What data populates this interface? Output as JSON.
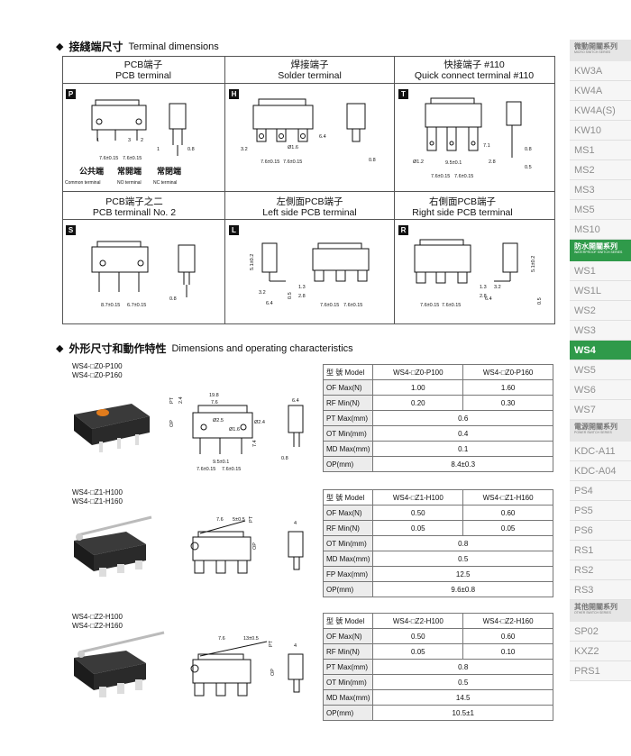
{
  "terminal_section": {
    "title_zh": "接綫端尺寸",
    "title_en": "Terminal dimensions"
  },
  "terminals_row1": [
    {
      "zh": "PCB端子",
      "en": "PCB terminal",
      "code": "P"
    },
    {
      "zh": "焊接端子",
      "en": "Solder terminal",
      "code": "H"
    },
    {
      "zh": "快接端子 #110",
      "en": "Quick connect terminal #110",
      "code": "T"
    }
  ],
  "terminals_row2": [
    {
      "zh": "PCB端子之二",
      "en": "PCB terminall No. 2",
      "code": "S"
    },
    {
      "zh": "左側面PCB端子",
      "en": "Left side PCB terminal",
      "code": "L"
    },
    {
      "zh": "右側面PCB端子",
      "en": "Right side PCB terminal",
      "code": "R"
    }
  ],
  "terminal_labels": {
    "common_zh": "公共端",
    "common_en": "Common terminal",
    "no_zh": "常開端",
    "no_en": "NO terminal",
    "nc_zh": "常閉端",
    "nc_en": "NC terminal",
    "n1": "1",
    "n2": "2",
    "n3": "3"
  },
  "dims": {
    "p_76": "7.6±0.15",
    "p_76b": "7.6±0.15",
    "p_08": "0.8",
    "h_32": "3.2",
    "h_16": "Ø1.6",
    "h_64": "6.4",
    "h_76": "7.6±0.15",
    "h_76b": "7.6±0.15",
    "h_08": "0.8",
    "t_12": "Ø1.2",
    "t_95": "9.5±0.1",
    "t_71": "7.1",
    "t_28": "2.8",
    "t_76": "7.6±0.15",
    "t_76b": "7.6±0.15",
    "t_08": "0.8",
    "t_05": "0.5",
    "s_87": "8.7±0.15",
    "s_67": "6.7±0.15",
    "s_08": "0.8",
    "l_51": "5.1±0.2",
    "l_32": "3.2",
    "l_64": "6.4",
    "l_05": "0.5",
    "l_13": "1.3",
    "l_28": "2.8",
    "l_76": "7.6±0.15",
    "l_76b": "7.6±0.15",
    "r_51": "5.1±0.2",
    "r_32": "3.2",
    "r_64": "6.4",
    "r_05": "0.5",
    "r_13": "1.3",
    "r_28": "2.8",
    "r_76": "7.6±0.15",
    "r_76b": "7.6±0.15"
  },
  "dims_section": {
    "title_zh": "外形尺寸和動作特性",
    "title_en": "Dimensions and operating characteristics"
  },
  "products": [
    {
      "models": [
        "WS4-□Z0-P100",
        "WS4-□Z0-P160"
      ],
      "drawing": {
        "a": "19.8",
        "b": "7.6",
        "c": "Ø2.5",
        "d": "Ø1.6",
        "e": "Ø2.4",
        "f": "6.4",
        "g": "9.5±0.1",
        "h": "7.6±0.15",
        "i": "7.6±0.15",
        "j": "0.8",
        "k": "7.4",
        "pt": "PT",
        "op": "OP",
        "op2": "2.4"
      },
      "table": {
        "head": [
          "型 號 Model",
          "WS4-□Z0-P100",
          "WS4-□Z0-P160"
        ],
        "rows": [
          {
            "label": "OF Max(N)",
            "v1": "1.00",
            "v2": "1.60"
          },
          {
            "label": "RF Min(N)",
            "v1": "0.20",
            "v2": "0.30"
          },
          {
            "label": "PT Max(mm)",
            "v": "0.6"
          },
          {
            "label": "OT Min(mm)",
            "v": "0.4"
          },
          {
            "label": "MD Max(mm)",
            "v": "0.1"
          },
          {
            "label": "OP(mm)",
            "v": "8.4±0.3"
          }
        ]
      }
    },
    {
      "models": [
        "WS4-□Z1-H100",
        "WS4-□Z1-H160"
      ],
      "drawing": {
        "a": "7.6",
        "b": "5±0.5",
        "pt": "PT",
        "op": "OP",
        "c": "4"
      },
      "table": {
        "head": [
          "型 號 Model",
          "WS4-□Z1-H100",
          "WS4-□Z1-H160"
        ],
        "rows": [
          {
            "label": "OF Max(N)",
            "v1": "0.50",
            "v2": "0.60"
          },
          {
            "label": "RF Min(N)",
            "v1": "0.05",
            "v2": "0.05"
          },
          {
            "label": "OT Min(mm)",
            "v": "0.8"
          },
          {
            "label": "MD Max(mm)",
            "v": "0.5"
          },
          {
            "label": "FP Max(mm)",
            "v": "12.5"
          },
          {
            "label": "OP(mm)",
            "v": "9.6±0.8"
          }
        ]
      }
    },
    {
      "models": [
        "WS4-□Z2-H100",
        "WS4-□Z2-H160"
      ],
      "drawing": {
        "a": "7.6",
        "b": "13±0.5",
        "pt": "PT",
        "op": "OP",
        "c": "4"
      },
      "table": {
        "head": [
          "型 號 Model",
          "WS4-□Z2-H100",
          "WS4-□Z2-H160"
        ],
        "rows": [
          {
            "label": "OF Max(N)",
            "v1": "0.50",
            "v2": "0.60"
          },
          {
            "label": "RF Min(N)",
            "v1": "0.05",
            "v2": "0.10"
          },
          {
            "label": "PT Max(mm)",
            "v": "0.8"
          },
          {
            "label": "OT Min(mm)",
            "v": "0.5"
          },
          {
            "label": "MD Max(mm)",
            "v": "14.5"
          },
          {
            "label": "OP(mm)",
            "v": "10.5±1"
          }
        ]
      }
    }
  ],
  "sidebar": {
    "groups": [
      {
        "zh": "微動開關系列",
        "en": "MICRO SWITCH SERIES",
        "items": [
          "KW3A",
          "KW4A",
          "KW4A(S)",
          "KW10",
          "MS1",
          "MS2",
          "MS3",
          "MS5",
          "MS10"
        ]
      },
      {
        "zh": "防水開關系列",
        "en": "WATERPROOF SWITCH SERIES",
        "items": [
          "WS1",
          "WS1L",
          "WS2",
          "WS3",
          "WS4",
          "WS5",
          "WS6",
          "WS7"
        ]
      },
      {
        "zh": "電源開關系列",
        "en": "POWER SWITCH SERIES",
        "items": [
          "KDC-A11",
          "KDC-A04",
          "PS4",
          "PS5",
          "PS6",
          "RS1",
          "RS2",
          "RS3"
        ]
      },
      {
        "zh": "其他開關系列",
        "en": "OTHER SWITCH SERIES",
        "items": [
          "SP02",
          "KXZ2",
          "PRS1"
        ]
      }
    ],
    "active": "WS4"
  },
  "colors": {
    "accent": "#2f9a4a",
    "sidebar_text": "#8f8f8f"
  }
}
